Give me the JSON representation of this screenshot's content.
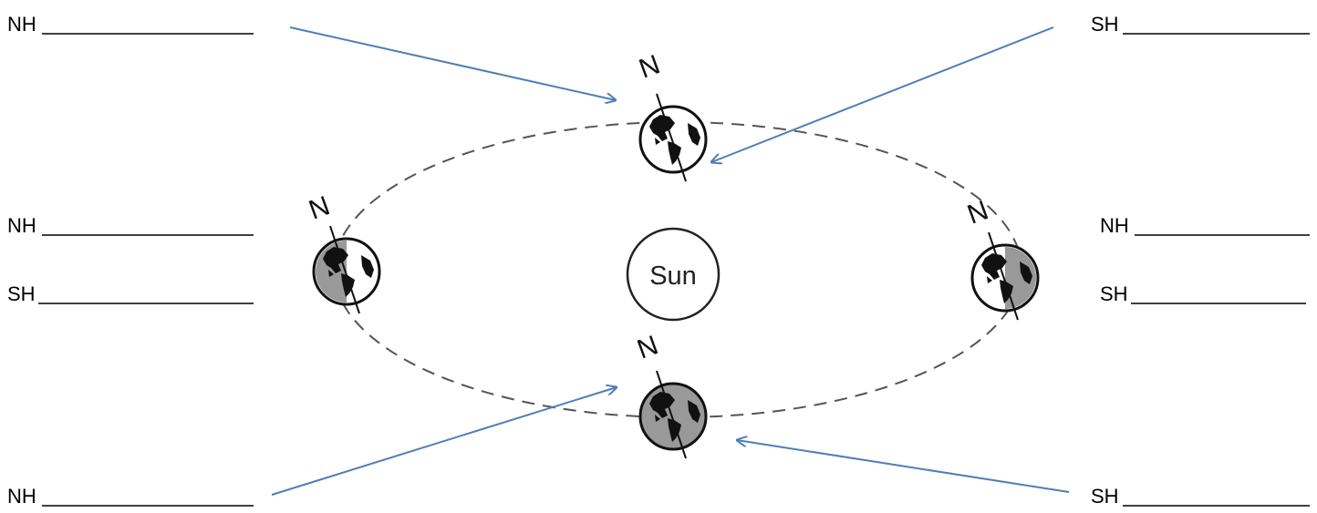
{
  "sun": {
    "label": "Sun"
  },
  "north_marker": "N",
  "labels": {
    "top_left": "NH",
    "top_right": "SH",
    "mid_left_nh": "NH",
    "mid_left_sh": "SH",
    "mid_right_nh": "NH",
    "mid_right_sh": "SH",
    "bottom_left": "NH",
    "bottom_right": "SH"
  },
  "colors": {
    "arrow": "#4f7db8",
    "shade": "#999999",
    "land": "#111111"
  }
}
